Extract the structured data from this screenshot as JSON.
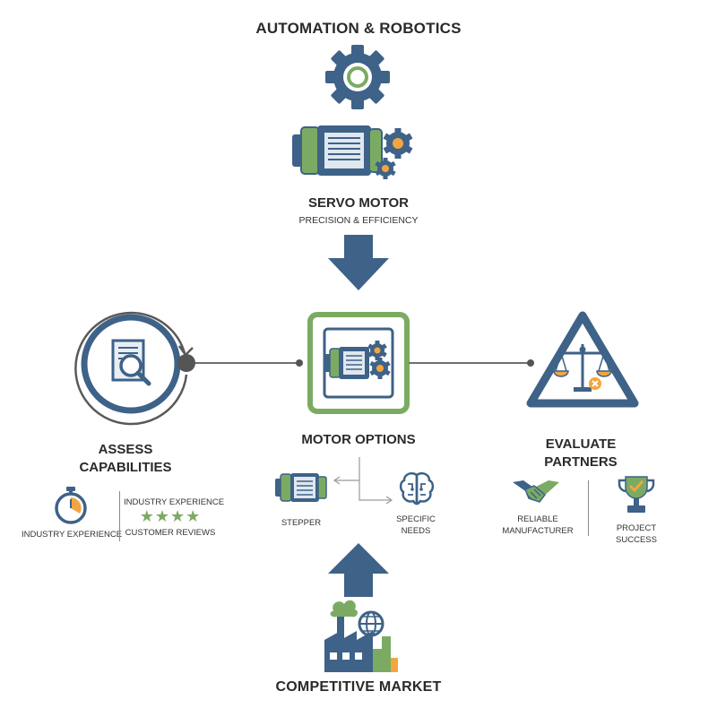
{
  "top": {
    "title": "Automation & Robotics",
    "servo_title": "Servo Motor",
    "servo_subtitle": "Precision & Efficiency"
  },
  "left": {
    "title_line1": "Assess",
    "title_line2": "Capabilities",
    "item1": "Industry Experience",
    "item2": "Industry Experience",
    "item3": "Customer Reviews",
    "stars": "★★★★"
  },
  "center": {
    "title": "Motor Options",
    "option1": "Stepper",
    "option2_line1": "Specific",
    "option2_line2": "Needs"
  },
  "right": {
    "title_line1": "Evaluate",
    "title_line2": "Partners",
    "item1_line1": "Reliable",
    "item1_line2": "Manufacturer",
    "item2_line1": "Project",
    "item2_line2": "Success"
  },
  "bottom": {
    "title": "Competitive Market"
  },
  "colors": {
    "navy": "#3e6288",
    "green": "#7bab63",
    "orange": "#f2a541",
    "dark": "#2a2a2a"
  }
}
